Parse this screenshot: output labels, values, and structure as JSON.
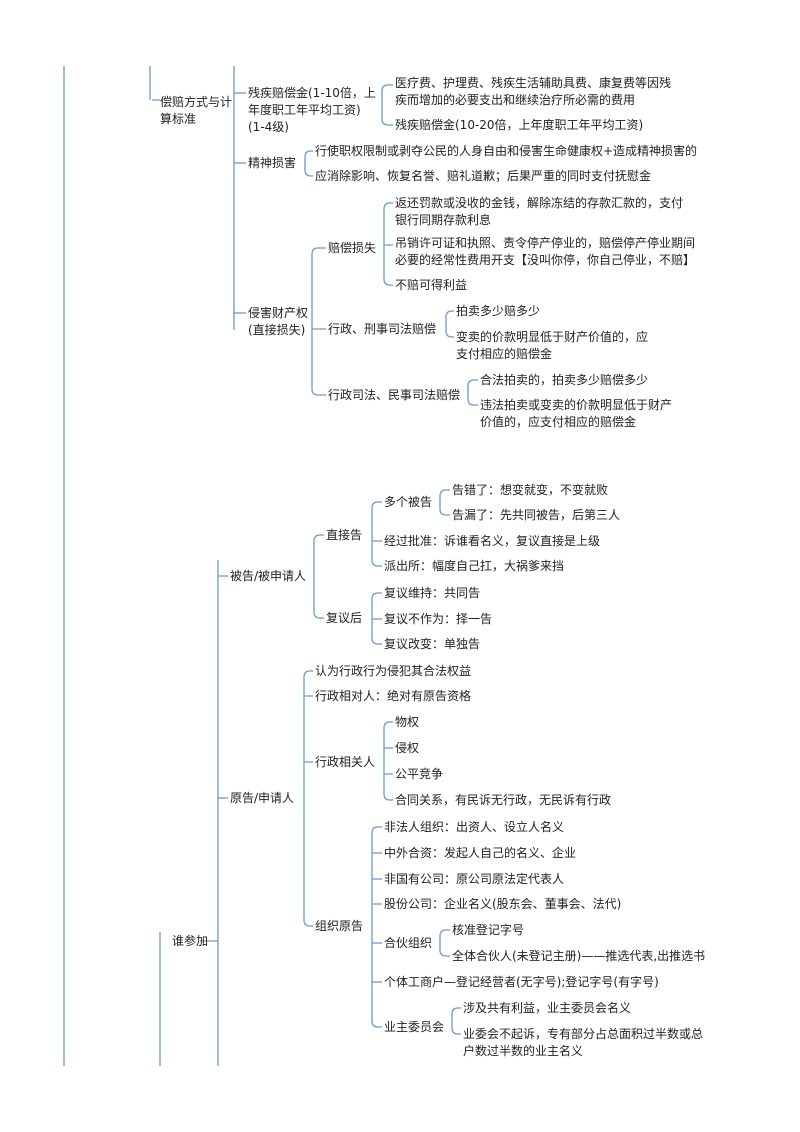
{
  "colors": {
    "line": "#6a9ad1",
    "text": "#222222",
    "bg": "#ffffff"
  },
  "nodes": {
    "comp": "偿赔方式与计算标准",
    "disability_comp": "残疾赔偿金(1-10倍，上年度职工年平均工资)(1-4级)",
    "medical_costs": "医疗费、护理费、残疾生活辅助具费、康复费等因残疾而增加的必要支出和继续治疗所必需的费用",
    "disability_comp_2": "残疾赔偿金(10-20倍，上年度职工年平均工资)",
    "mental": "精神损害",
    "mental_1": "行使职权限制或剥夺公民的人身自由和侵害生命健康权+造成精神损害的",
    "mental_2": "应消除影响、恢复名誉、赔礼道歉；后果严重的同时支付抚慰金",
    "property": "侵害财产权(直接损失)",
    "property_comp": "赔偿损失",
    "refund": "返还罚款或没收的金钱，解除冻结的存款汇款的，支付银行同期存款利息",
    "revoke": "吊销许可证和执照、责令停产停业的，赔偿停产停业期间必要的经常性费用开支【没叫你停，你自己停业，不赔】",
    "no_profit": "不赔可得利益",
    "admin_criminal": "行政、刑事司法赔偿",
    "auction_1": "拍卖多少赔多少",
    "sale_1": "变卖的价款明显低于财产价值的，应支付相应的赔偿金",
    "admin_civil": "行政司法、民事司法赔偿",
    "auction_2": "合法拍卖的，拍卖多少赔偿多少",
    "sale_2": "违法拍卖或变卖的价款明显低于财产价值的，应支付相应的赔偿金",
    "who": "谁参加",
    "defendant": "被告/被申请人",
    "direct": "直接告",
    "multi": "多个被告",
    "sued_wrong": "告错了：想变就变，不变就败",
    "sued_missing": "告漏了：先共同被告，后第三人",
    "approved": "经过批准：诉谁看名义，复议直接是上级",
    "agency": "派出所：幅度自己扛，大祸爹来挡",
    "after_review": "复议后",
    "review_keep": "复议维持：共同告",
    "review_inaction": "复议不作为：择一告",
    "review_change": "复议改变：单独告",
    "plaintiff": "原告/申请人",
    "p1": "认为行政行为侵犯其合法权益",
    "p2": "行政相对人：绝对有原告资格",
    "related": "行政相关人",
    "r1": "物权",
    "r2": "侵权",
    "r3": "公平竞争",
    "r4": "合同关系，有民诉无行政，无民诉有行政",
    "org": "组织原告",
    "o1": "非法人组织：出资人、设立人名义",
    "o2": "中外合资：发起人自己的名义、企业",
    "o3": "非国有公司：原公司原法定代表人",
    "o4": "股份公司：企业名义(股东会、董事会、法代)",
    "partnership": "合伙组织",
    "pa1": "核准登记字号",
    "pa2": "全体合伙人(未登记主册)——推选代表,出推选书",
    "o5": "个体工商户—登记经营者(无字号);登记字号(有字号)",
    "owners": "业主委员会",
    "ow1": "涉及共有利益，业主委员会名义",
    "ow2": "业委会不起诉，专有部分占总面积过半数或总户数过半数的业主名义"
  }
}
